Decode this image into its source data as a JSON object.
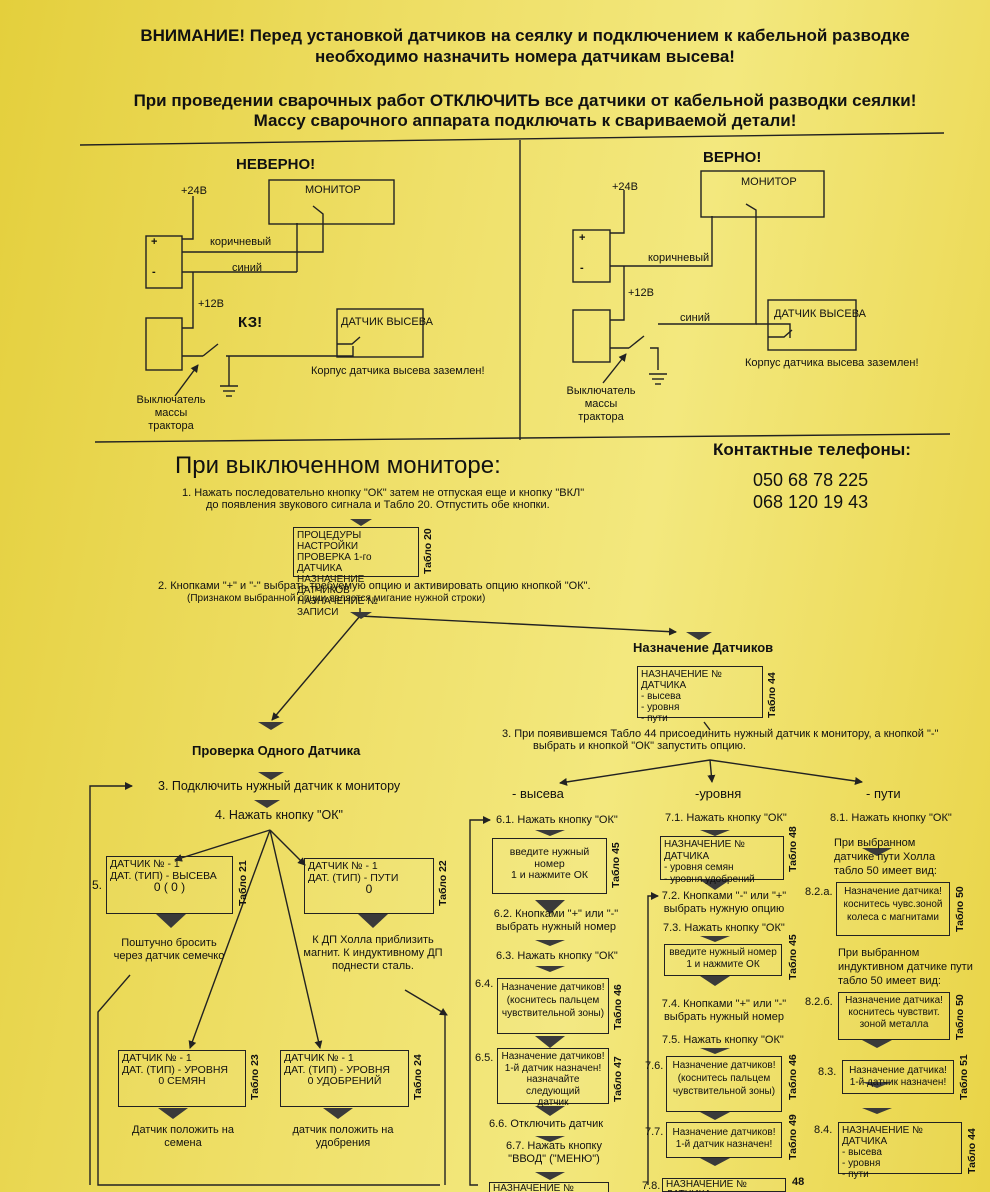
{
  "warning": {
    "line1": "ВНИМАНИЕ! Перед установкой датчиков на сеялку и подключением к кабельной разводке",
    "line2": "необходимо назначить номера датчикам высева!",
    "line3": "При проведении сварочных работ ОТКЛЮЧИТЬ все датчики от кабельной разводки сеялки!",
    "line4": "Массу сварочного аппарата подключать к свариваемой детали!"
  },
  "wrong": {
    "title": "НЕВЕРНО!",
    "v24": "+24В",
    "monitor": "МОНИТОР",
    "brown": "коричневый",
    "blue": "синий",
    "v12": "+12В",
    "kz": "КЗ!",
    "sensor": "ДАТЧИК ВЫСЕВА",
    "case": "Корпус датчика высева заземлен!",
    "switch1": "Выключатель",
    "switch2": "массы",
    "switch3": "трактора",
    "plus": "+",
    "minus": "-"
  },
  "right": {
    "title": "ВЕРНО!",
    "v24": "+24В",
    "monitor": "МОНИТОР",
    "brown": "коричневый",
    "blue": "синий",
    "v12": "+12В",
    "sensor": "ДАТЧИК ВЫСЕВА",
    "case": "Корпус датчика высева заземлен!",
    "switch1": "Выключатель",
    "switch2": "массы",
    "switch3": "трактора",
    "plus": "+",
    "minus": "-"
  },
  "contacts": {
    "title": "Контактные телефоны:",
    "phone1": "050 68 78 225",
    "phone2": "068 120 19 43"
  },
  "off": {
    "title": "При выключенном мониторе:",
    "step1a": "1. Нажать последовательно кнопку \"ОК\" затем не отпуская еще и кнопку \"ВКЛ\"",
    "step1b": "до появления звукового сигнала и Табло 20. Отпустить обе кнопки.",
    "t20": [
      "ПРОЦЕДУРЫ  НАСТРОЙКИ",
      "ПРОВЕРКА 1-го ДАТЧИКА",
      "НАЗНАЧЕНИЕ  ДАТЧИКОВ",
      "НАЗНАЧЕНИЕ  № ЗАПИСИ"
    ],
    "t20label": "Табло 20",
    "step2a": "2. Кнопками \"+\" и \"-\" выбрать требуемую опцию и активировать опцию кнопкой \"ОК\".",
    "step2b": "(Признаком выбранной опции является мигание нужной строки)"
  },
  "assign": {
    "title": "Назначение Датчиков",
    "t44": [
      "НАЗНАЧЕНИЕ № ДАТЧИКА",
      "- высева",
      "- уровня",
      "- пути"
    ],
    "t44label": "Табло 44",
    "step3a": "3. При появившемся Табло 44  присоединить  нужный датчик к монитору, а кнопкой \"-\"",
    "step3b": "выбрать и кнопкой \"ОК\" запустить опцию."
  },
  "check": {
    "title": "Проверка Одного Датчика",
    "step3": "3. Подключить нужный датчик к монитору",
    "step4": "4. Нажать кнопку \"ОК\"",
    "n5": "5.",
    "t21": [
      "ДАТЧИК № - 1",
      "ДАТ. (ТИП) - ВЫСЕВА",
      "0 ( 0 )"
    ],
    "t21label": "Табло 21",
    "t22": [
      "ДАТЧИК № - 1",
      "ДАТ. (ТИП) - ПУТИ",
      "0"
    ],
    "t22label": "Табло 22",
    "note21a": "Поштучно бросить",
    "note21b": "через датчик семечко",
    "note22a": "К ДП Холла приблизить",
    "note22b": "магнит. К индуктивному ДП",
    "note22c": "поднести сталь.",
    "t23": [
      "ДАТЧИК № - 1",
      "ДАТ. (ТИП) - УРОВНЯ",
      "0      СЕМЯН"
    ],
    "t23label": "Табло 23",
    "t24": [
      "ДАТЧИК № - 1",
      "ДАТ. (ТИП) - УРОВНЯ",
      "0      УДОБРЕНИЙ"
    ],
    "t24label": "Табло 24",
    "note23a": "Датчик положить на",
    "note23b": "семена",
    "note24a": "датчик положить на",
    "note24b": "удобрения"
  },
  "seed": {
    "head": "- высева",
    "s61": "6.1. Нажать кнопку \"ОК\"",
    "t45": [
      "введите нужный номер",
      "1  и нажмите ОК"
    ],
    "t45label": "Табло 45",
    "s62a": "6.2. Кнопками \"+\" или \"-\"",
    "s62b": "выбрать нужный номер",
    "s63": "6.3. Нажать кнопку \"ОК\"",
    "n64": "6.4.",
    "t46": [
      "Назначение датчиков!",
      "(коснитесь пальцем",
      "чувствительной зоны)"
    ],
    "t46label": "Табло 46",
    "n65": "6.5.",
    "t47": [
      "Назначение датчиков!",
      "1-й датчик назначен!",
      "назначайте следующий",
      "датчик"
    ],
    "t47label": "Табло 47",
    "s66": "6.6. Отключить датчик",
    "s67a": "6.7. Нажать кнопку",
    "s67b": "\"ВВОД\" (\"МЕНЮ\")",
    "t44b": "НАЗНАЧЕНИЕ № ДАТЧИКА"
  },
  "level": {
    "head": "-уровня",
    "s71": "7.1. Нажать кнопку \"ОК\"",
    "t48": [
      "НАЗНАЧЕНИЕ № ДАТЧИКА",
      "- уровня семян",
      "- уровня удобрений"
    ],
    "t48label": "Табло 48",
    "s72a": "7.2. Кнопками \"-\" или \"+\"",
    "s72b": "выбрать нужную опцию",
    "s73": "7.3. Нажать кнопку \"ОК\"",
    "t45": [
      "введите нужный номер",
      "1  и нажмите ОК"
    ],
    "t45label": "Табло 45",
    "s74a": "7.4. Кнопками \"+\" или \"-\"",
    "s74b": "выбрать нужный номер",
    "s75": "7.5. Нажать кнопку \"ОК\"",
    "n76": "7.6.",
    "t46": [
      "Назначение датчиков!",
      "(коснитесь пальцем",
      "чувствительной зоны)"
    ],
    "t46label": "Табло 46",
    "n77": "7.7.",
    "t49": [
      "Назначение датчиков!",
      "1-й датчик назначен!"
    ],
    "t49label": "Табло 49",
    "n78": "7.8.",
    "t48b": "НАЗНАЧЕНИЕ № ДАТЧИКА",
    "t48blabel": "48"
  },
  "path": {
    "head": "- пути",
    "s81": "8.1. Нажать кнопку \"ОК\"",
    "hall1": "При выбранном",
    "hall2": "датчике пути Холла",
    "hall3": "табло 50 имеет вид:",
    "n82a": "8.2.а.",
    "t50a": [
      "Назначение датчика!",
      "коснитесь чувс.зоной",
      "колеса с магнитами"
    ],
    "t50label": "Табло 50",
    "ind1": "При выбранном",
    "ind2": "индуктивном датчике пути",
    "ind3": "табло 50 имеет вид:",
    "n82b": "8.2.б.",
    "t50b": [
      "Назначение датчика!",
      "коснитесь чувствит.",
      "зоной металла"
    ],
    "t50blabel": "Табло 50",
    "n83": "8.3.",
    "t51": [
      "Назначение датчика!",
      "1-й датчик назначен!"
    ],
    "t51label": "Табло 51",
    "n84": "8.4.",
    "t44": [
      "НАЗНАЧЕНИЕ № ДАТЧИКА",
      "- высева",
      "- уровня",
      "- пути"
    ],
    "t44label": "Табло 44"
  }
}
